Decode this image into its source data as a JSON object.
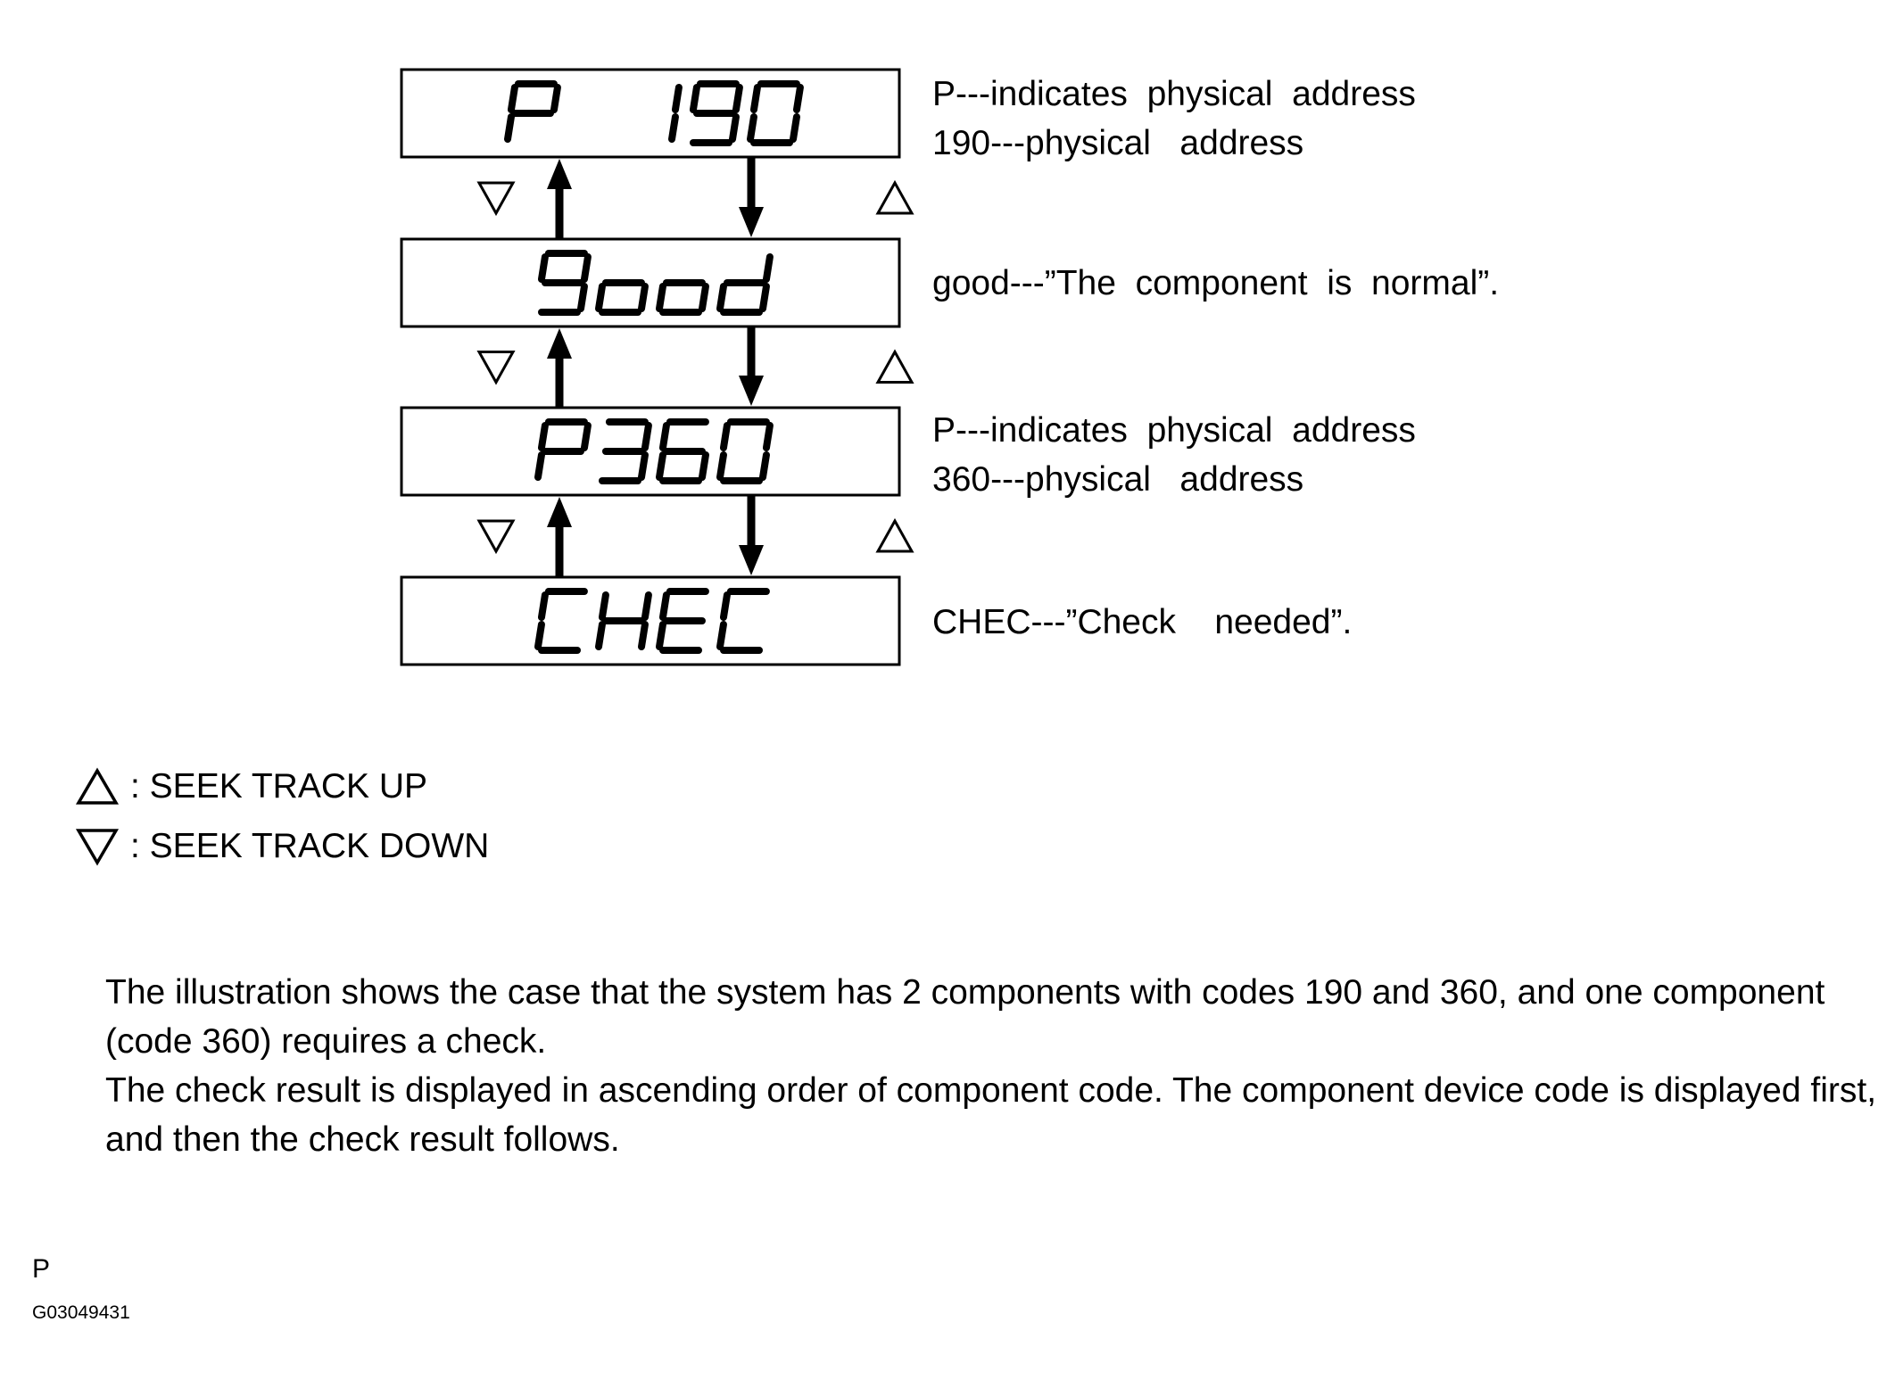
{
  "display_states": [
    {
      "code": "P 190",
      "lines": [
        "P---indicates  physical  address",
        "190---physical   address"
      ]
    },
    {
      "code": "good",
      "lines": [
        "good---”The  component  is  normal”."
      ]
    },
    {
      "code": "P360",
      "lines": [
        "P---indicates  physical  address",
        "360---physical   address"
      ]
    },
    {
      "code": "CHEC",
      "lines": [
        "CHEC---”Check    needed”."
      ]
    }
  ],
  "legend": {
    "up_label": ": SEEK TRACK UP",
    "down_label": ": SEEK TRACK DOWN"
  },
  "paragraphs": [
    "The illustration shows the case that the system has 2 components with codes 190 and 360, and one component (code 360) requires a check.",
    "The check result is displayed in ascending order of component code. The component device code is displayed first, and then the check result follows."
  ],
  "footer": {
    "code": "P",
    "figure_id": "G03049431"
  }
}
